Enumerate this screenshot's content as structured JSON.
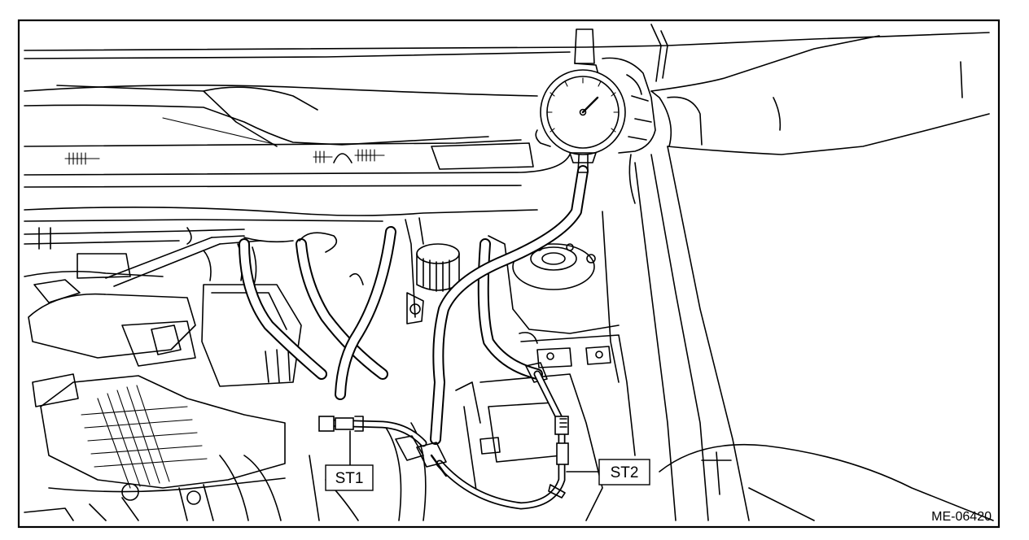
{
  "labels": {
    "st1": "ST1",
    "st2": "ST2"
  },
  "reference_code": "ME-06420"
}
